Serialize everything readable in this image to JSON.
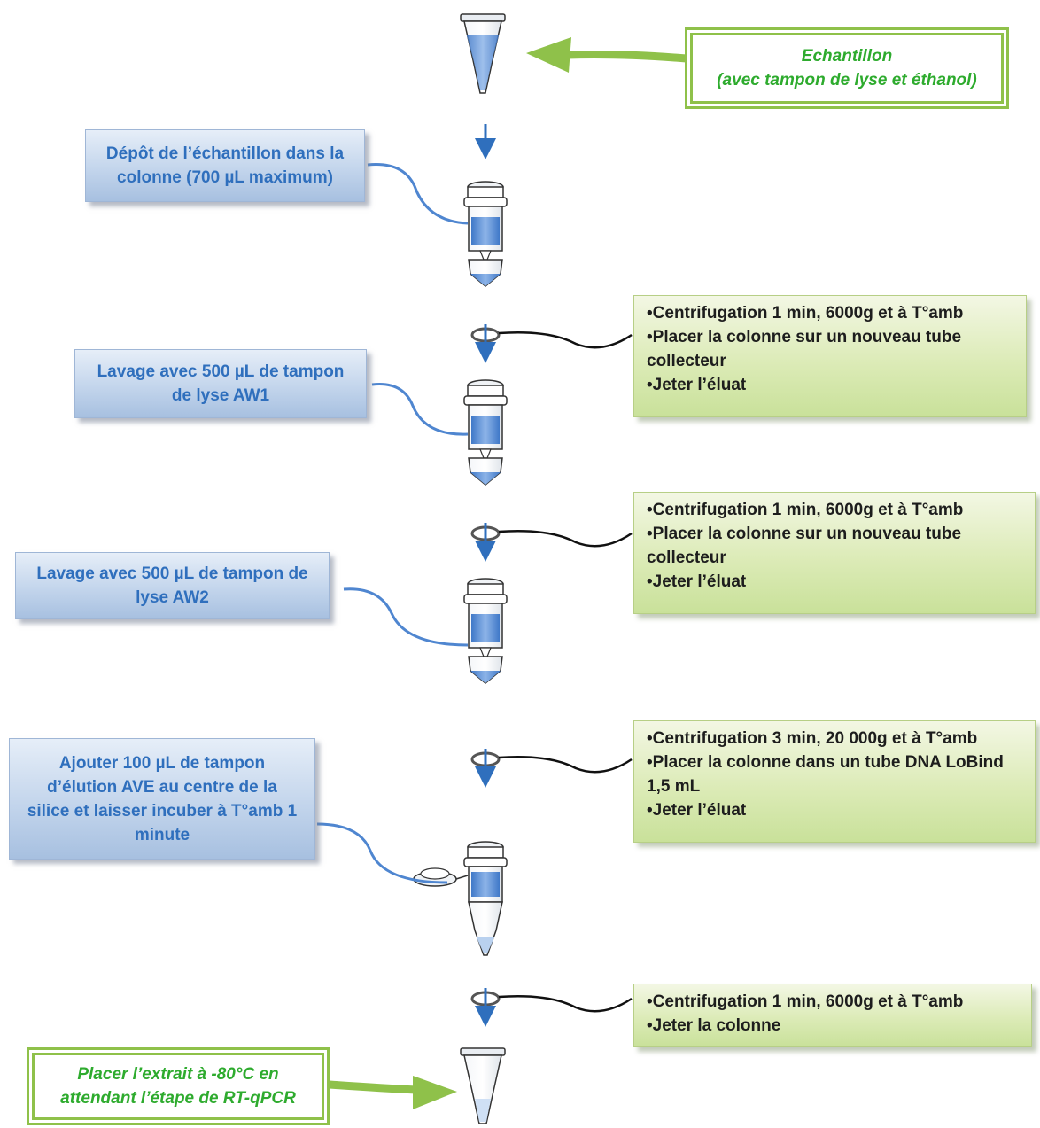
{
  "top_sample": {
    "line1": "Echantillon",
    "line2": "(avec tampon de lyse et éthanol)"
  },
  "steps_left": [
    {
      "line1": "Dépôt de l’échantillon dans la",
      "line2": "colonne (700 µL maximum)"
    },
    {
      "line1": "Lavage avec 500 µL de tampon",
      "line2": "de lyse AW1"
    },
    {
      "line1": "Lavage avec 500 µL de tampon de",
      "line2": "lyse AW2"
    },
    {
      "line1": "Ajouter 100 µL de tampon",
      "line2": "d’élution AVE au centre de la",
      "line3": "silice et laisser incuber à T°amb 1",
      "line4": "minute"
    }
  ],
  "centrifuge_boxes": [
    {
      "lines": [
        "•Centrifugation 1 min, 6000g et à T°amb",
        "•Placer la colonne sur un nouveau tube",
        "collecteur",
        "•Jeter l’éluat"
      ]
    },
    {
      "lines": [
        "•Centrifugation 1 min, 6000g et à T°amb",
        "•Placer la colonne sur un nouveau tube",
        "collecteur",
        "•Jeter l’éluat"
      ]
    },
    {
      "lines": [
        "•Centrifugation 3 min, 20 000g et à T°amb",
        "•Placer la colonne dans un tube DNA LoBind",
        "1,5 mL",
        "•Jeter l’éluat"
      ]
    },
    {
      "lines": [
        "•Centrifugation 1 min, 6000g et à T°amb",
        "•Jeter la colonne"
      ]
    }
  ],
  "final_step": {
    "line1": "Placer l’extrait à -80°C en",
    "line2": "attendant l’étape de RT-qPCR"
  },
  "colors": {
    "blue_text": "#2f6fbd",
    "green_text": "#2eab2e",
    "green_arrow": "#8fc14a",
    "liquid": "#5b8fd6"
  }
}
